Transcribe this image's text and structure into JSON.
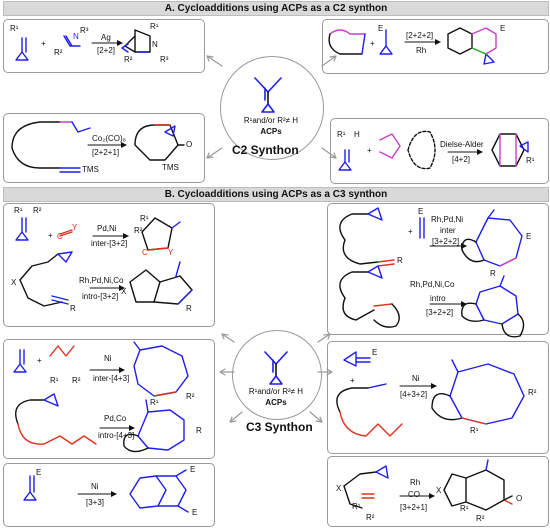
{
  "colors": {
    "blue": "#1e1ef0",
    "red": "#e0301e",
    "magenta": "#c840c8",
    "green": "#28b428",
    "gray": "#9a9a9a",
    "bar": "#d9d9d9"
  },
  "section_a": {
    "title": "A. Cycloadditions using ACPs as a C2 synthon",
    "center": {
      "r_note": "R¹and/or R²≠ H",
      "acps": "ACPs",
      "synthon": "C2 Synthon"
    },
    "panel1": {
      "cat": "Ag",
      "type": "[2+2]",
      "plus": "+",
      "r1": "R¹",
      "r2": "R²",
      "r3": "R³",
      "n": "N",
      "p_r1": "R¹",
      "p_r2": "R²",
      "p_r3": "R³",
      "p_n": "N"
    },
    "panel2": {
      "plus": "+",
      "e": "E",
      "type": "[2+2+2]",
      "cat": "Rh",
      "p_e": "E"
    },
    "panel3": {
      "tms": "TMS",
      "cat": "Co₂(CO)₈",
      "type": "[2+2+1]",
      "o": "O",
      "p_tms": "TMS"
    },
    "panel4": {
      "r1": "R¹",
      "h": "H",
      "plus": "+",
      "rxn": "Dielse-Alder",
      "type": "[4+2]",
      "p_r1": "R¹"
    }
  },
  "section_b": {
    "title": "B. Cycloadditions using ACPs as a C3 synthon",
    "center": {
      "r_note": "R¹and/or R²≠ H",
      "acps": "ACPs",
      "synthon": "C3 Synthon"
    },
    "p1": {
      "r1": "R¹",
      "r2": "R²",
      "plus": "+",
      "y": "Y",
      "c": "C",
      "cat": "Pd,Ni",
      "type": "inter-[3+2]",
      "p_r1": "R¹",
      "p_r2": "R²",
      "p_c": "C",
      "p_y": "Y"
    },
    "p2": {
      "x": "X",
      "r": "R",
      "cat": "Rh,Pd,Ni,Co",
      "type": "intro-[3+2]",
      "p_x": "X",
      "p_r": "R"
    },
    "p3": {
      "r": "R",
      "plus": "+",
      "e": "E",
      "cat": "Rh,Pd,Ni",
      "inter": "inter",
      "type": "[3+2+2]",
      "p_e": "E",
      "p_r": "R"
    },
    "p4": {
      "cat": "Rh,Pd,Ni,Co",
      "intro": "intro",
      "type": "[3+2+2]"
    },
    "p5": {
      "plus": "+",
      "r1": "R¹",
      "r2": "R²",
      "cat": "Ni",
      "type": "inter-[4+3]",
      "p_r1": "R¹",
      "p_r2": "R²"
    },
    "p6": {
      "cat": "Pd,Co",
      "type": "intro-[4+3]",
      "p_r": "R"
    },
    "p7": {
      "e": "E",
      "plus": "+",
      "cat": "Ni",
      "type": "[4+3+2]",
      "p_r1": "R¹",
      "p_r2": "R²"
    },
    "p8": {
      "e": "E",
      "cat": "Ni",
      "type": "[3+3]",
      "p_e1": "E",
      "p_e2": "E"
    },
    "p9": {
      "x": "X",
      "r1": "R¹",
      "r2": "R²",
      "cat": "Rh",
      "co": "CO",
      "type": "[3+2+1]",
      "p_x": "X",
      "p_r1": "R¹",
      "p_r2": "R²",
      "p_o": "O"
    }
  }
}
